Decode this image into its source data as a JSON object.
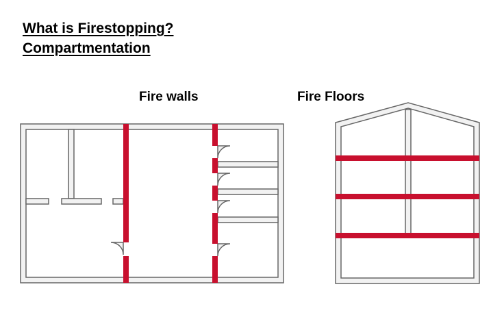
{
  "slide": {
    "title": "What is Firestopping?",
    "subtitle": "Compartmentation"
  },
  "diagrams": {
    "fire_walls": {
      "label": "Fire walls"
    },
    "fire_floors": {
      "label": "Fire Floors"
    }
  },
  "colors": {
    "wall_fill": "#f2f2f2",
    "wall_stroke": "#666666",
    "fire_barrier": "#c8102e",
    "background": "#ffffff"
  }
}
